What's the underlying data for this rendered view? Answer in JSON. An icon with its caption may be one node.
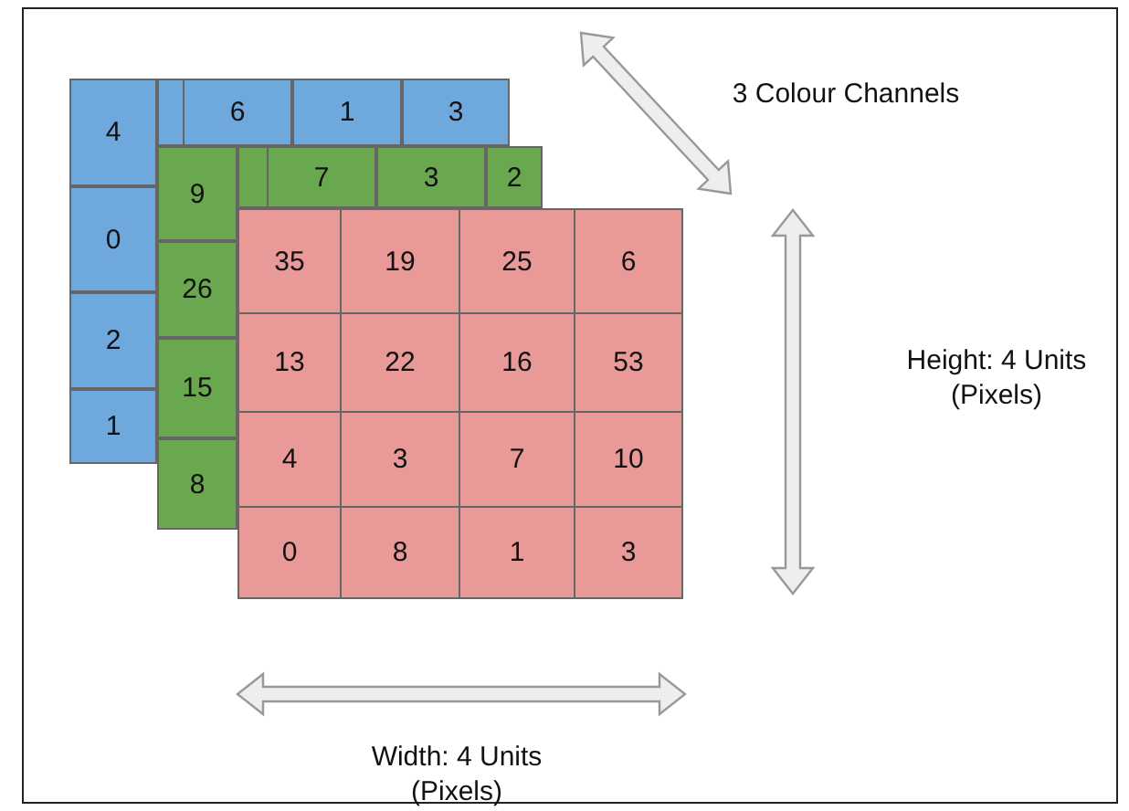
{
  "diagram": {
    "nodes": [
      {
        "text": [
          "4"
        ]
      },
      {
        "text": [
          "6"
        ]
      },
      {
        "text": [
          "1"
        ]
      },
      {
        "text": [
          "3"
        ]
      },
      {
        "text": [
          "0"
        ]
      },
      {
        "text": [
          "2"
        ]
      },
      {
        "text": [
          "1"
        ]
      },
      {
        "text": [
          "9"
        ]
      },
      {
        "text": [
          "7"
        ]
      },
      {
        "text": [
          "3"
        ]
      },
      {
        "text": [
          "2"
        ]
      },
      {
        "text": [
          "26"
        ]
      },
      {
        "text": [
          "15"
        ]
      },
      {
        "text": [
          "8"
        ]
      },
      {
        "text": [
          "35"
        ]
      },
      {
        "text": [
          "19"
        ]
      },
      {
        "text": [
          "25"
        ]
      },
      {
        "text": [
          "6"
        ]
      },
      {
        "text": [
          "13"
        ]
      },
      {
        "text": [
          "22"
        ]
      },
      {
        "text": [
          "16"
        ]
      },
      {
        "text": [
          "53"
        ]
      },
      {
        "text": [
          "4"
        ]
      },
      {
        "text": [
          "3"
        ]
      },
      {
        "text": [
          "7"
        ]
      },
      {
        "text": [
          "10"
        ]
      },
      {
        "text": [
          "0"
        ]
      },
      {
        "text": [
          "8"
        ]
      },
      {
        "text": [
          "1"
        ]
      },
      {
        "text": [
          "3"
        ]
      }
    ],
    "labels": [
      "3 Colour Channels",
      "Height: 4 Units (Pixels)",
      "Width: 4 Units (Pixels)"
    ]
  }
}
